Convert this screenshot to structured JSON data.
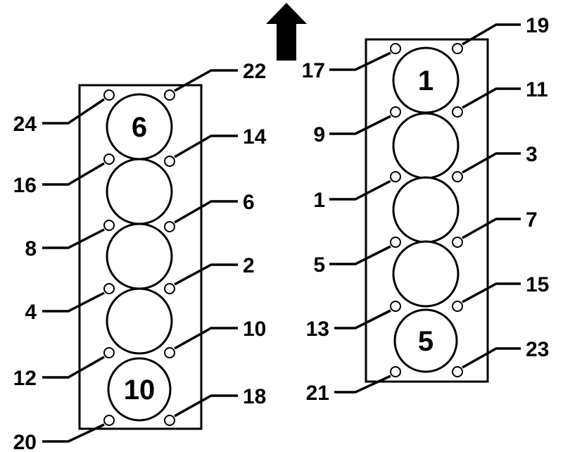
{
  "arrow": {
    "icon": "up-arrow-icon"
  },
  "left_bank": {
    "cylinders": [
      {
        "label": "6"
      },
      {
        "label": ""
      },
      {
        "label": ""
      },
      {
        "label": ""
      },
      {
        "label": "10"
      }
    ],
    "bolts": [
      "24",
      "22",
      "16",
      "14",
      "8",
      "6",
      "4",
      "2",
      "12",
      "10",
      "20",
      "18"
    ]
  },
  "right_bank": {
    "cylinders": [
      {
        "label": "1"
      },
      {
        "label": ""
      },
      {
        "label": ""
      },
      {
        "label": ""
      },
      {
        "label": "5"
      }
    ],
    "bolts": [
      "17",
      "19",
      "9",
      "11",
      "1",
      "3",
      "5",
      "7",
      "13",
      "15",
      "21",
      "23"
    ]
  }
}
